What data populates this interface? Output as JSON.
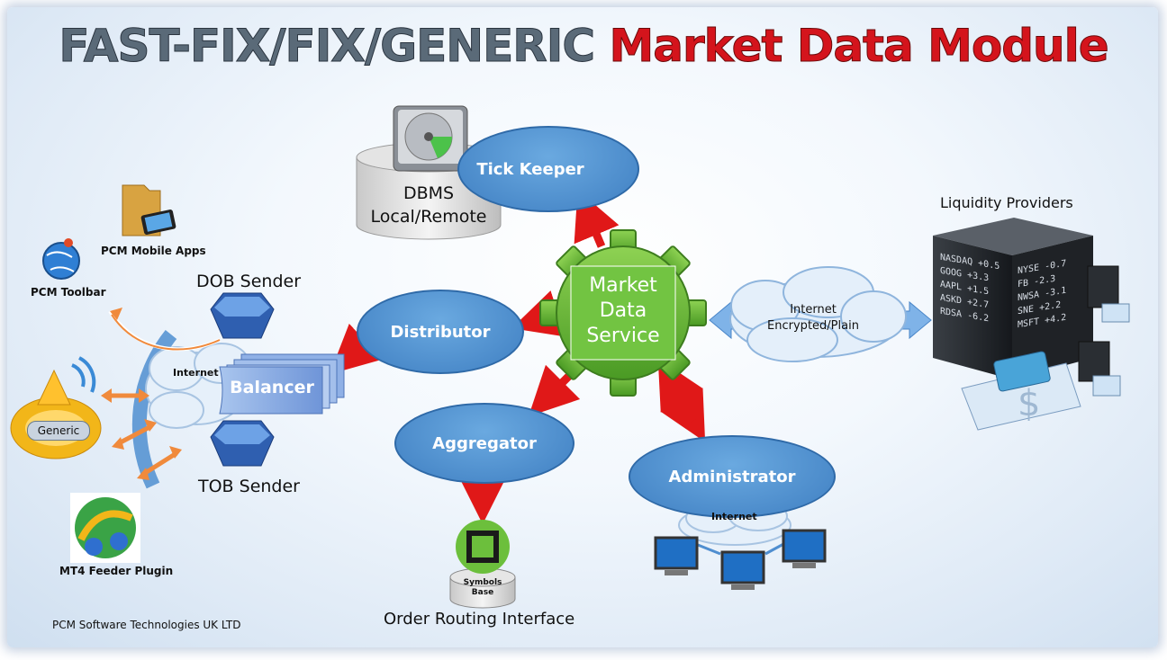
{
  "title": {
    "part1": "FAST-FIX/FIX/GENERIC",
    "part2": "Market Data Module"
  },
  "nodes": {
    "tick_keeper": "Tick Keeper",
    "dbms_line1": "DBMS",
    "dbms_line2": "Local/Remote",
    "distributor": "Distributor",
    "aggregator": "Aggregator",
    "administrator": "Administrator",
    "balancer": "Balancer",
    "market_line1": "Market",
    "market_line2": "Data",
    "market_line3": "Service",
    "dob_sender": "DOB Sender",
    "tob_sender": "TOB Sender",
    "internet_left": "Internet",
    "internet_admin": "Internet",
    "internet_lp_line1": "Internet",
    "internet_lp_line2": "Encrypted/Plain",
    "liquidity": "Liquidity Providers",
    "symbols_line1": "Symbols",
    "symbols_line2": "Base",
    "order_routing": "Order Routing Interface",
    "pcm_mobile": "PCM Mobile Apps",
    "pcm_toolbar": "PCM Toolbar",
    "generic": "Generic",
    "mt4": "MT4 Feeder Plugin",
    "company": "PCM Software Technologies UK LTD"
  },
  "ticker_left": [
    {
      "sym": "NASDAQ",
      "val": "+0.5"
    },
    {
      "sym": "GOOG",
      "val": "+3.3"
    },
    {
      "sym": "AAPL",
      "val": "+1.5"
    },
    {
      "sym": "ASKD",
      "val": "+2.7"
    },
    {
      "sym": "RDSA",
      "val": "-6.2"
    }
  ],
  "ticker_right": [
    {
      "sym": "NYSE",
      "val": "-0.7"
    },
    {
      "sym": "FB",
      "val": "-2.3"
    },
    {
      "sym": "NWSA",
      "val": "-3.1"
    },
    {
      "sym": "SNE",
      "val": "+2.2"
    },
    {
      "sym": "MSFT",
      "val": "+4.2"
    }
  ],
  "colors": {
    "arrow_red": "#e01818",
    "oval_blue": "#4a8ad0",
    "gear_green": "#6cb83c",
    "title_red": "#d4141c"
  }
}
